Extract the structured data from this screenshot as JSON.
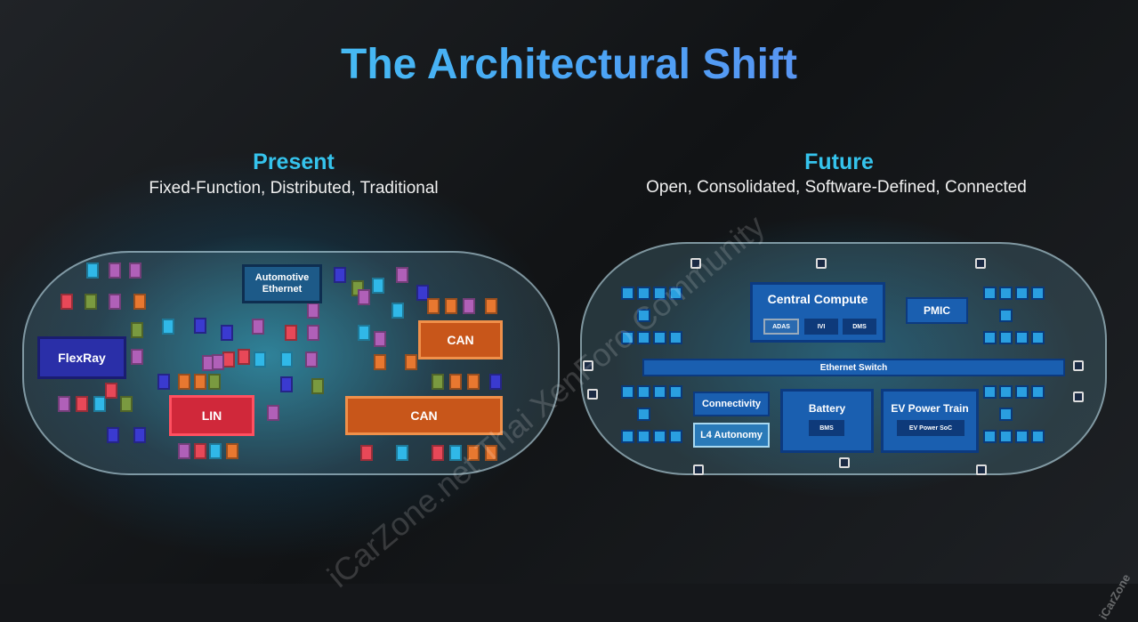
{
  "title": "The Architectural Shift",
  "present": {
    "heading": "Present",
    "subtitle": "Fixed-Function, Distributed, Traditional",
    "modules": {
      "flexray": "FlexRay",
      "lin": "LIN",
      "ethernet": "Automotive Ethernet",
      "can_top": "CAN",
      "can_bottom": "CAN"
    }
  },
  "future": {
    "heading": "Future",
    "subtitle": "Open, Consolidated, Software-Defined, Connected",
    "modules": {
      "central_compute": "Central Compute",
      "adas": "ADAS",
      "ivi": "IVI",
      "dms": "DMS",
      "pmic": "PMIC",
      "ethernet_switch": "Ethernet Switch",
      "connectivity": "Connectivity",
      "l4": "L4 Autonomy",
      "battery": "Battery",
      "bms": "BMS",
      "ev_power_train": "EV Power Train",
      "ev_power_soc": "EV Power SoC"
    }
  },
  "watermark": "iCarZone.net Thai XenForo Community",
  "logo": "iCarZone"
}
